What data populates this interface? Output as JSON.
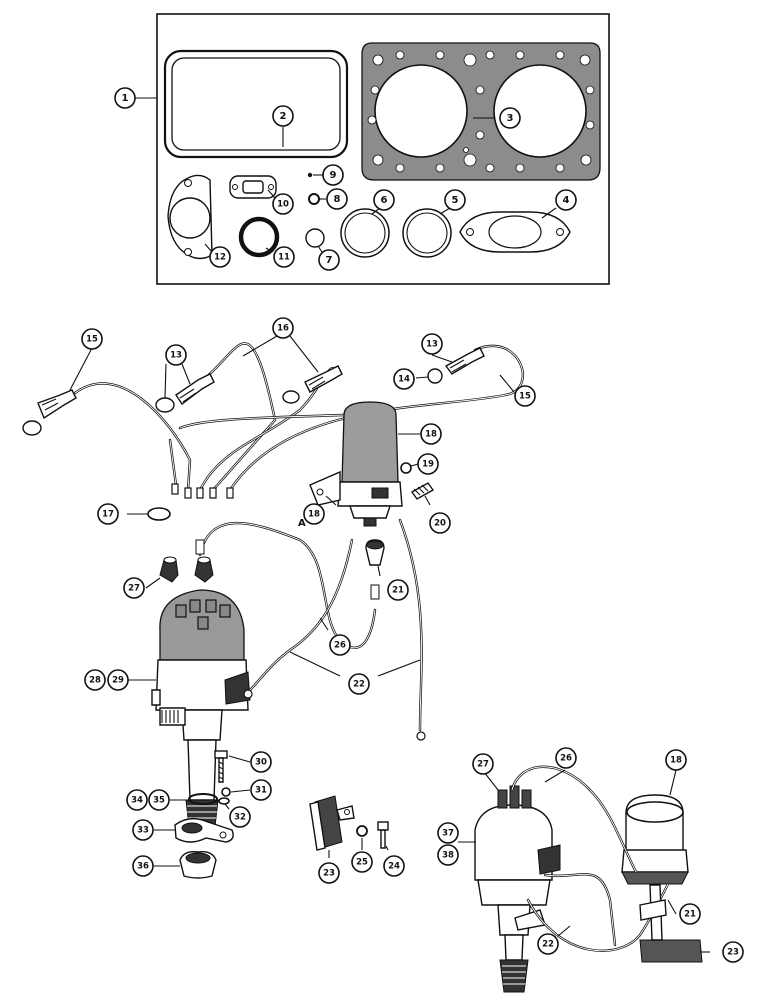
{
  "callouts": [
    {
      "id": "c1",
      "label": "1"
    },
    {
      "id": "c2",
      "label": "2"
    },
    {
      "id": "c3",
      "label": "3"
    },
    {
      "id": "c4",
      "label": "4"
    },
    {
      "id": "c5",
      "label": "5"
    },
    {
      "id": "c6",
      "label": "6"
    },
    {
      "id": "c7",
      "label": "7"
    },
    {
      "id": "c8",
      "label": "8"
    },
    {
      "id": "c9",
      "label": "9"
    },
    {
      "id": "c10",
      "label": "10"
    },
    {
      "id": "c11",
      "label": "11"
    },
    {
      "id": "c12",
      "label": "12"
    },
    {
      "id": "c13a",
      "label": "13"
    },
    {
      "id": "c13b",
      "label": "13"
    },
    {
      "id": "c14",
      "label": "14"
    },
    {
      "id": "c15a",
      "label": "15"
    },
    {
      "id": "c15b",
      "label": "15"
    },
    {
      "id": "c16",
      "label": "16"
    },
    {
      "id": "c17",
      "label": "17"
    },
    {
      "id": "c18a",
      "label": "18"
    },
    {
      "id": "c18b",
      "label": "18"
    },
    {
      "id": "c18c",
      "label": "18"
    },
    {
      "id": "c19",
      "label": "19"
    },
    {
      "id": "c20",
      "label": "20"
    },
    {
      "id": "c21a",
      "label": "21"
    },
    {
      "id": "c21b",
      "label": "21"
    },
    {
      "id": "c22a",
      "label": "22"
    },
    {
      "id": "c22b",
      "label": "22"
    },
    {
      "id": "c23a",
      "label": "23"
    },
    {
      "id": "c23b",
      "label": "23"
    },
    {
      "id": "c24",
      "label": "24"
    },
    {
      "id": "c25",
      "label": "25"
    },
    {
      "id": "c26a",
      "label": "26"
    },
    {
      "id": "c26b",
      "label": "26"
    },
    {
      "id": "c27a",
      "label": "27"
    },
    {
      "id": "c27b",
      "label": "27"
    },
    {
      "id": "c28",
      "label": "28"
    },
    {
      "id": "c29",
      "label": "29"
    },
    {
      "id": "c30",
      "label": "30"
    },
    {
      "id": "c31",
      "label": "31"
    },
    {
      "id": "c32",
      "label": "32"
    },
    {
      "id": "c33",
      "label": "33"
    },
    {
      "id": "c34",
      "label": "34"
    },
    {
      "id": "c35",
      "label": "35"
    },
    {
      "id": "c36",
      "label": "36"
    },
    {
      "id": "c37",
      "label": "37"
    },
    {
      "id": "c38",
      "label": "38"
    }
  ],
  "suffix_18a": "A"
}
